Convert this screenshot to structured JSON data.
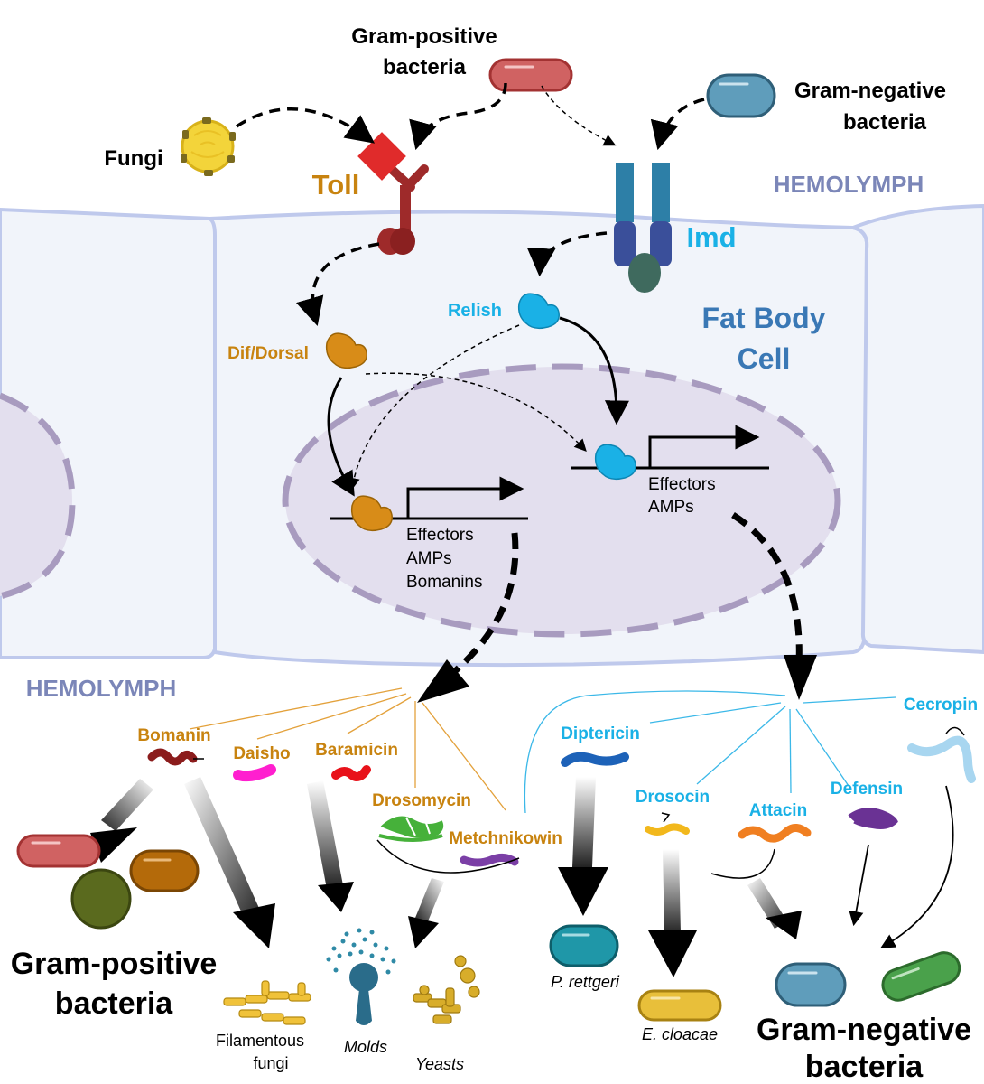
{
  "labels": {
    "gram_positive_top": [
      "Gram-positive",
      "bacteria"
    ],
    "gram_negative_top": [
      "Gram-negative",
      "bacteria"
    ],
    "fungi": "Fungi",
    "toll": "Toll",
    "imd": "Imd",
    "hemolymph_top": "HEMOLYMPH",
    "hemolymph_left": "HEMOLYMPH",
    "fat_body_cell": [
      "Fat Body",
      "Cell"
    ],
    "relish": "Relish",
    "dif_dorsal": "Dif/Dorsal",
    "toll_targets": [
      "Effectors",
      "AMPs",
      "Bomanins"
    ],
    "imd_targets": [
      "Effectors",
      "AMPs"
    ],
    "gram_positive_bottom": [
      "Gram-positive",
      "bacteria"
    ],
    "gram_negative_bottom": [
      "Gram-negative",
      "bacteria"
    ],
    "filamentous_fungi": [
      "Filamentous",
      "fungi"
    ],
    "molds": "Molds",
    "yeasts": "Yeasts",
    "p_rettgeri": "P. rettgeri",
    "e_cloacae": "E. cloacae"
  },
  "effectors": {
    "bomanin": "Bomanin",
    "daisho": "Daisho",
    "baramicin": "Baramicin",
    "drosomycin": "Drosomycin",
    "metchnikowin": "Metchnikowin",
    "diptericin": "Diptericin",
    "drosocin": "Drosocin",
    "attacin": "Attacin",
    "defensin": "Defensin",
    "cecropin": "Cecropin"
  },
  "colors": {
    "toll_orange": "#c8830f",
    "imd_cyan": "#1ab1e6",
    "hemolymph": "#7b86b8",
    "fat_body_text": "#3a78b5",
    "cell_fill": "#f1f4fa",
    "cell_border": "#bfc9ec",
    "nucleus_fill": "#e3dfee",
    "nucleus_border": "#a89bbf",
    "toll_red": "#9e2a2a",
    "imd_teal": "#2d7fa7",
    "imd_navy": "#3a4f9a",
    "imd_green": "#3f6a5e"
  }
}
